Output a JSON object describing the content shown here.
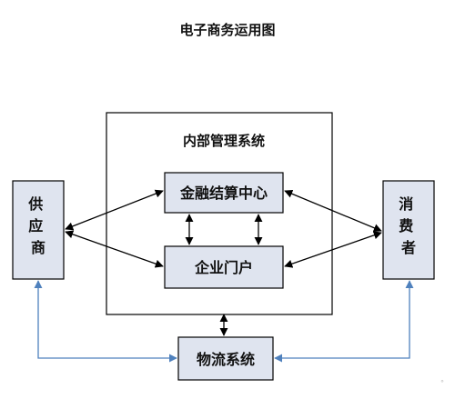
{
  "title": "电子商务运用图",
  "nodes": {
    "internal_system": "内部管理系统",
    "finance_center": "金融结算中心",
    "enterprise_portal": "企业门户",
    "supplier": "供应商",
    "consumer": "消费者",
    "logistics": "物流系统"
  },
  "colors": {
    "box_fill": "#dfe4ef",
    "box_border": "#000000",
    "black_arrow": "#000000",
    "blue_arrow": "#4f81bd",
    "small_mark": "#bbbbbb"
  },
  "footer_mark": "°"
}
